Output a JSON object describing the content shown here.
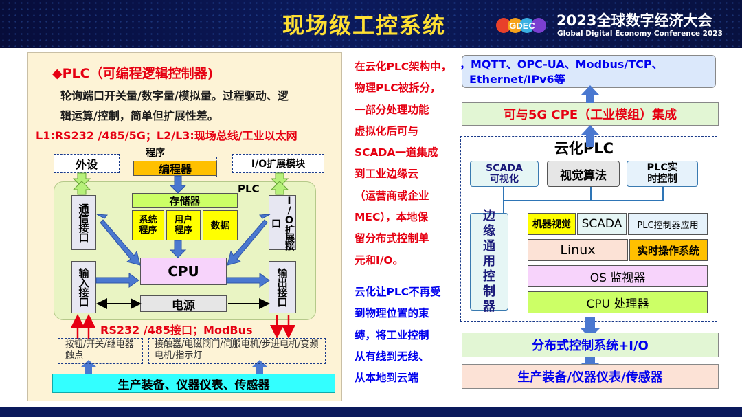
{
  "header": {
    "title": "现场级工控系统",
    "logo_text": "GDEC",
    "conference_cn": "2023全球数字经济大会",
    "conference_en": "Global Digital Economy Conference 2023"
  },
  "left": {
    "heading": "◆PLC（可编程逻辑控制器)",
    "desc_line1": "轮询端口开关量/数字量/模拟量。过程驱动、逻",
    "desc_line2": "辑运算/控制，简单但扩展性差。",
    "levels": "L1:RS232 /485/5G；L2/L3:现场总线/工业以太网",
    "diagram": {
      "peripheral": "外设",
      "program_label": "程序",
      "programmer": "编程器",
      "io_module": "I/O扩展模块",
      "plc_label": "PLC",
      "memory": "存储器",
      "system_program": "系统程序",
      "user_program": "用户程序",
      "data": "数据",
      "comm_port": "通信接口",
      "io_expand_port": "I/O扩展接口",
      "cpu": "CPU",
      "input_port": "输入接口",
      "output_port": "输出接口",
      "power": "电源",
      "bus_label": "RS232 /485接口；ModBus",
      "inputs_devices": "按钮/开关/继电器触点",
      "outputs_devices": "接触器/电磁阀门/伺服电机/步进电机/变频电机/指示灯",
      "equipment": "生产装备、仪器仪表、传感器"
    }
  },
  "middle": {
    "red_lines": [
      "在云化PLC架构中，",
      "物理PLC被拆分，",
      "一部分处理功能",
      "虚拟化后可与",
      "SCADA一道集成",
      "到工业边缘云",
      "（运营商或企业",
      "MEC），本地保",
      "留分布式控制单",
      "元和I/O。"
    ],
    "blue_lines": [
      "云化让PLC不再受",
      "到物理位置的束",
      "缚，将工业控制",
      "从有线到无线、",
      "从本地到云端"
    ]
  },
  "right": {
    "protocols_line1": "，MQTT、OPC-UA、Modbus/TCP、",
    "protocols_line2": "Ethernet/IPv6等",
    "cpe": "可与5G CPE（工业模组）集成",
    "cloud_plc": "云化PLC",
    "scada_vis": "SCADA可视化",
    "vision_algo": "视觉算法",
    "plc_realtime": "PLC实时控制",
    "edge_ctrl": "边缘通用控制器",
    "machine_vision": "机器视觉",
    "scada": "SCADA",
    "plc_app": "PLC控制器应用",
    "linux": "Linux",
    "rtos": "实时操作系统",
    "os_monitor": "OS 监视器",
    "cpu_proc": "CPU 处理器",
    "distributed": "分布式控制系统+I/O",
    "equipment": "生产装备/仪器仪表/传感器"
  },
  "colors": {
    "title_yellow": "#ffe033",
    "header_navy": "#0b1a5c",
    "red": "#e60012",
    "blue_text": "#0000ee",
    "box_green": "#ccff66",
    "box_yellow": "#ffff00",
    "box_orange": "#ffc000",
    "box_lilac": "#f7d3fb",
    "box_cyan": "#33ffff",
    "right_blue_box": "#dbe8fb",
    "right_green_box": "#e2f6d4",
    "right_peach_box": "#fce2d6"
  }
}
